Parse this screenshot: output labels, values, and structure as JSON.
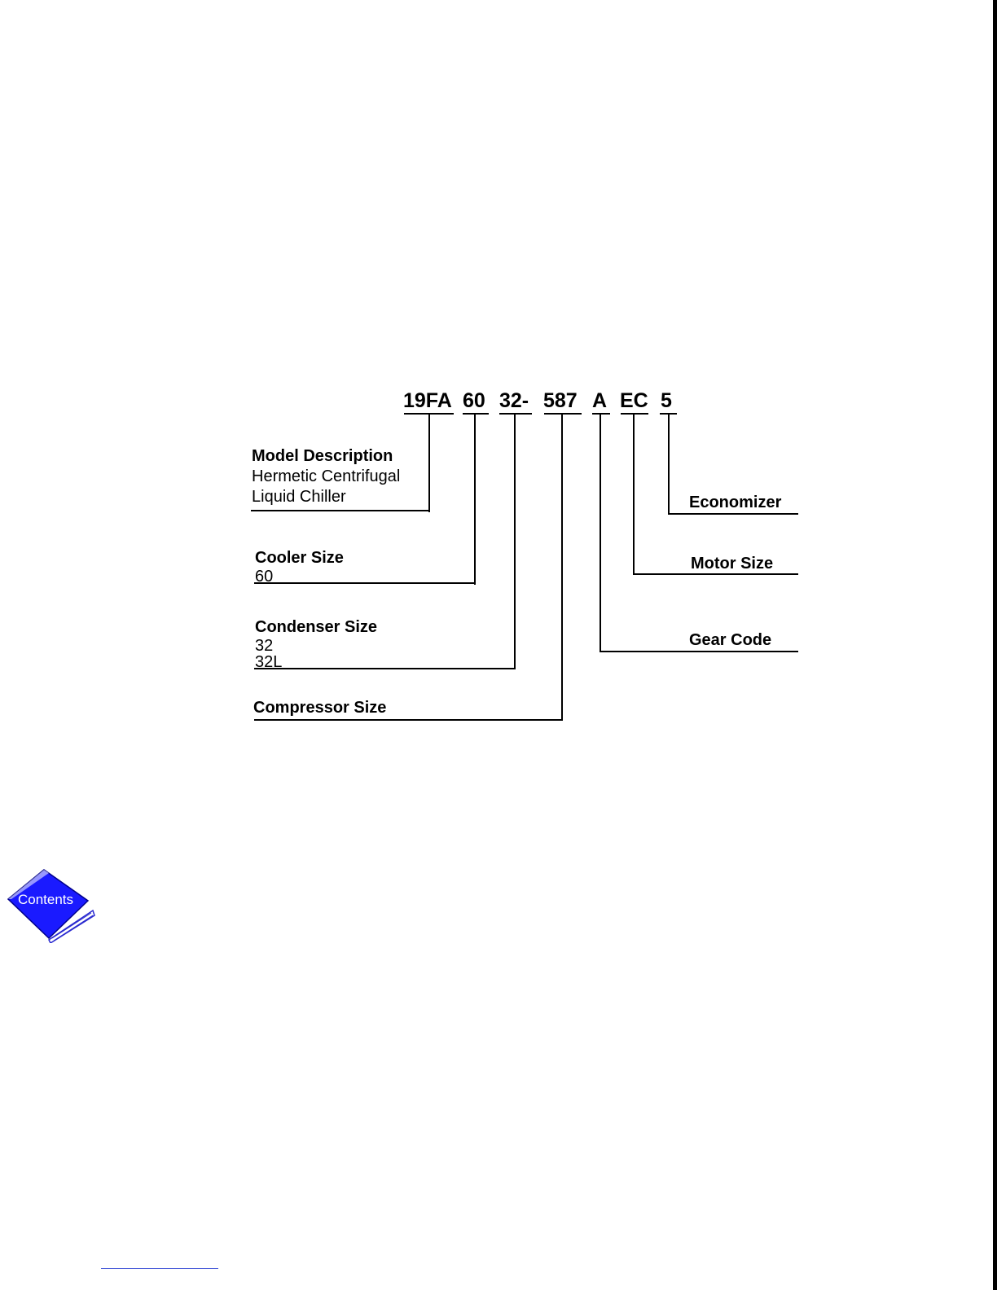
{
  "model_code": {
    "segments": [
      "19FA",
      "60",
      "32-",
      "587",
      "A",
      "EC",
      "5"
    ]
  },
  "left_labels": {
    "model_description": {
      "title": "Model Description",
      "lines": [
        "Hermetic Centrifugal",
        "Liquid Chiller"
      ]
    },
    "cooler_size": {
      "title": "Cooler Size",
      "lines": [
        "60"
      ]
    },
    "condenser_size": {
      "title": "Condenser Size",
      "lines": [
        "32",
        "32L"
      ]
    },
    "compressor_size": {
      "title": "Compressor Size"
    }
  },
  "right_labels": {
    "economizer": "Economizer",
    "motor_size": "Motor Size",
    "gear_code": "Gear Code"
  },
  "nav": {
    "contents_label": "Contents"
  },
  "colors": {
    "button_blue": "#1a1aff",
    "footer_link_line": "#3b4fd6"
  }
}
